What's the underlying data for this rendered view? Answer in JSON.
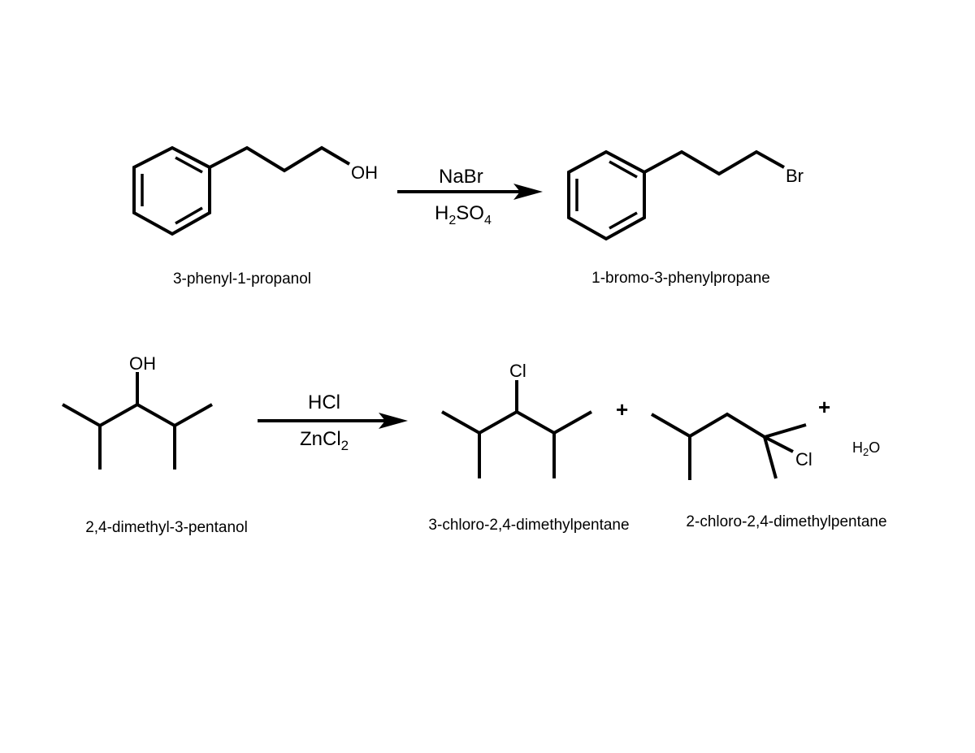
{
  "reactions": [
    {
      "reactant": {
        "name": "3-phenyl-1-propanol",
        "functional_group_label": "OH"
      },
      "reagents": {
        "above": "NaBr",
        "below": {
          "prefix": "H",
          "sub1": "2",
          "mid": "SO",
          "sub2": "4"
        }
      },
      "products": [
        {
          "name": "1-bromo-3-phenylpropane",
          "functional_group_label": "Br"
        }
      ]
    },
    {
      "reactant": {
        "name": "2,4-dimethyl-3-pentanol",
        "functional_group_label": "OH"
      },
      "reagents": {
        "above": "HCl",
        "below": {
          "prefix": "ZnCl",
          "sub1": "2"
        }
      },
      "products": [
        {
          "name": "3-chloro-2,4-dimethylpentane",
          "functional_group_label": "Cl"
        },
        {
          "name": "2-chloro-2,4-dimethylpentane",
          "functional_group_label": "Cl"
        }
      ],
      "byproduct": {
        "prefix": "H",
        "sub": "2",
        "suffix": "O"
      },
      "plus_signs": [
        "+",
        "+"
      ]
    }
  ],
  "colors": {
    "ink": "#000000",
    "background": "#ffffff"
  }
}
